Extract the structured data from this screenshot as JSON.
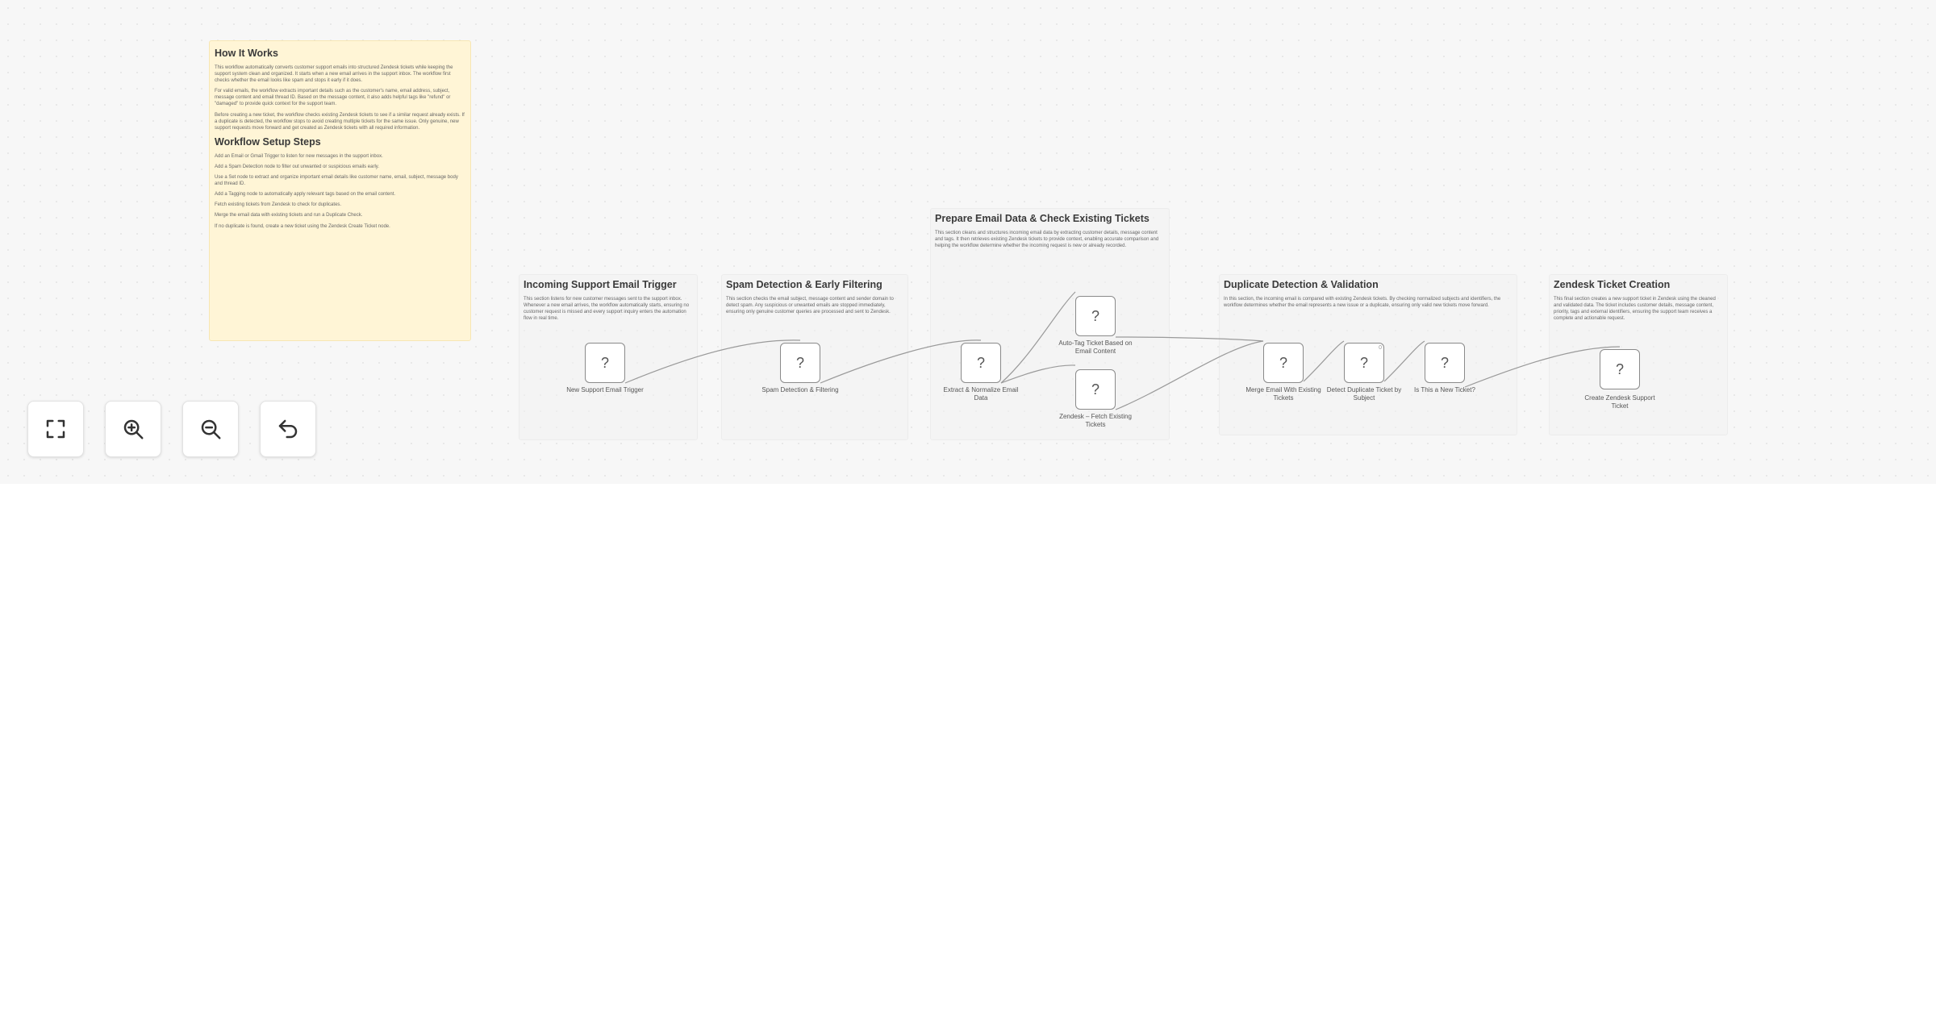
{
  "sticky_notes": {
    "how_it_works": {
      "title": "How It Works",
      "paragraphs": [
        "This workflow automatically converts customer support emails into structured Zendesk tickets while keeping the support system clean and organized. It starts when a new email arrives in the support inbox. The workflow first checks whether the email looks like spam and stops it early if it does.",
        "For valid emails, the workflow extracts important details such as the customer's name, email address, subject, message content and email thread ID. Based on the message content, it also adds helpful tags like \"refund\" or \"damaged\" to provide quick context for the support team.",
        "Before creating a new ticket, the workflow checks existing Zendesk tickets to see if a similar request already exists. If a duplicate is detected, the workflow stops to avoid creating multiple tickets for the same issue. Only genuine, new support requests move forward and get created as Zendesk tickets with all required information."
      ],
      "setup_title": "Workflow Setup Steps",
      "steps": [
        "Add an Email or Gmail Trigger to listen for new messages in the support inbox.",
        "Add a Spam Detection node to filter out unwanted or suspicious emails early.",
        "Use a Set node to extract and organize important email details like customer name, email, subject, message body and thread ID.",
        "Add a Tagging node to automatically apply relevant tags based on the email content.",
        "Fetch existing tickets from Zendesk to check for duplicates.",
        "Merge the email data with existing tickets and run a Duplicate Check.",
        "If no duplicate is found, create a new ticket using the Zendesk Create Ticket node."
      ]
    },
    "sections": [
      {
        "title": "Incoming Support Email Trigger",
        "text": "This section listens for new customer messages sent to the support inbox. Whenever a new email arrives, the workflow automatically starts, ensuring no customer request is missed and every support inquiry enters the automation flow in real time."
      },
      {
        "title": "Spam Detection & Early Filtering",
        "text": "This section checks the email subject, message content and sender domain to detect spam. Any suspicious or unwanted emails are stopped immediately, ensuring only genuine customer queries are processed and sent to Zendesk."
      },
      {
        "title": "Prepare Email Data & Check Existing Tickets",
        "text": "This section cleans and structures incoming email data by extracting customer details, message content and tags. It then retrieves existing Zendesk tickets to provide context, enabling accurate comparison and helping the workflow determine whether the incoming request is new or already recorded."
      },
      {
        "title": "Duplicate Detection & Validation",
        "text": "In this section, the incoming email is compared with existing Zendesk tickets. By checking normalized subjects and identifiers, the workflow determines whether the email represents a new issue or a duplicate, ensuring only valid new tickets move forward."
      },
      {
        "title": "Zendesk Ticket Creation",
        "text": "This final section creates a new support ticket in Zendesk using the cleaned and validated data. The ticket includes customer details, message content, priority, tags and external identifiers, ensuring the support team receives a complete and actionable request."
      }
    ]
  },
  "nodes": [
    {
      "id": "n1",
      "icon": "?",
      "label": "New Support Email Trigger"
    },
    {
      "id": "n2",
      "icon": "?",
      "label": "Spam Detection & Filtering"
    },
    {
      "id": "n3",
      "icon": "?",
      "label": "Extract & Normalize Email Data"
    },
    {
      "id": "n4",
      "icon": "?",
      "label": "Auto-Tag Ticket Based on Email Content"
    },
    {
      "id": "n5",
      "icon": "?",
      "label": "Zendesk – Fetch Existing Tickets"
    },
    {
      "id": "n6",
      "icon": "?",
      "label": "Merge Email With Existing Tickets"
    },
    {
      "id": "n7",
      "icon": "?",
      "label": "Detect Duplicate Ticket by Subject",
      "badge": "0"
    },
    {
      "id": "n8",
      "icon": "?",
      "label": "Is This a New Ticket?"
    },
    {
      "id": "n9",
      "icon": "?",
      "label": "Create Zendesk Support Ticket"
    }
  ],
  "controls": [
    {
      "name": "fit-view-button",
      "icon": "fullscreen-icon"
    },
    {
      "name": "zoom-in-button",
      "icon": "zoom-in-icon"
    },
    {
      "name": "zoom-out-button",
      "icon": "zoom-out-icon"
    },
    {
      "name": "reset-zoom-button",
      "icon": "undo-icon"
    }
  ],
  "colors": {
    "canvas_background": "#f7f7f7",
    "note_yellow": "#fff5d6",
    "section_gray": "#f3f3f3",
    "connection": "#9a9a9a"
  }
}
